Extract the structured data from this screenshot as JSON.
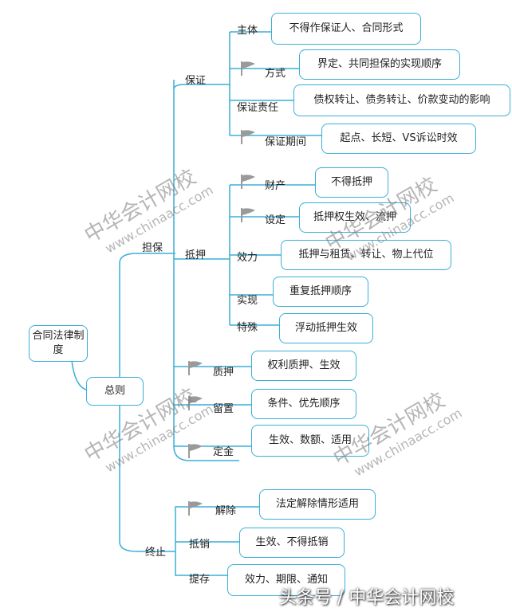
{
  "root": "合同法律制度",
  "general": "总则",
  "branches": {
    "danbao": "担保",
    "zhongzhi": "终止"
  },
  "baozheng": {
    "title": "保证",
    "items": [
      {
        "label": "主体",
        "detail": "不得作保证人、合同形式"
      },
      {
        "label": "方式",
        "detail": "界定、共同担保的实现顺序"
      },
      {
        "label": "保证责任",
        "detail": "债权转让、债务转让、价款变动的影响"
      },
      {
        "label": "保证期间",
        "detail": "起点、长短、VS诉讼时效"
      }
    ]
  },
  "diya": {
    "title": "抵押",
    "items": [
      {
        "label": "财产",
        "detail": "不得抵押"
      },
      {
        "label": "设定",
        "detail": "抵押权生效、流押"
      },
      {
        "label": "效力",
        "detail": "抵押与租赁、转让、物上代位"
      },
      {
        "label": "实现",
        "detail": "重复抵押顺序"
      },
      {
        "label": "特殊",
        "detail": "浮动抵押生效"
      }
    ]
  },
  "others": [
    {
      "label": "质押",
      "detail": "权利质押、生效"
    },
    {
      "label": "留置",
      "detail": "条件、优先顺序"
    },
    {
      "label": "定金",
      "detail": "生效、数额、适用"
    }
  ],
  "termination": [
    {
      "label": "解除",
      "detail": "法定解除情形适用"
    },
    {
      "label": "抵销",
      "detail": "生效、不得抵销"
    },
    {
      "label": "提存",
      "detail": "效力、期限、通知"
    }
  ],
  "watermark": {
    "brand": "中华会计网校",
    "url": "www.chinaacc.com"
  },
  "footer": "头条号 / 中华会计网校",
  "icons": {
    "flag": "flag-icon"
  },
  "colors": {
    "connector": "#3aaed8",
    "flag": "#9a9a9a",
    "watermark": "#8a8a8a"
  }
}
